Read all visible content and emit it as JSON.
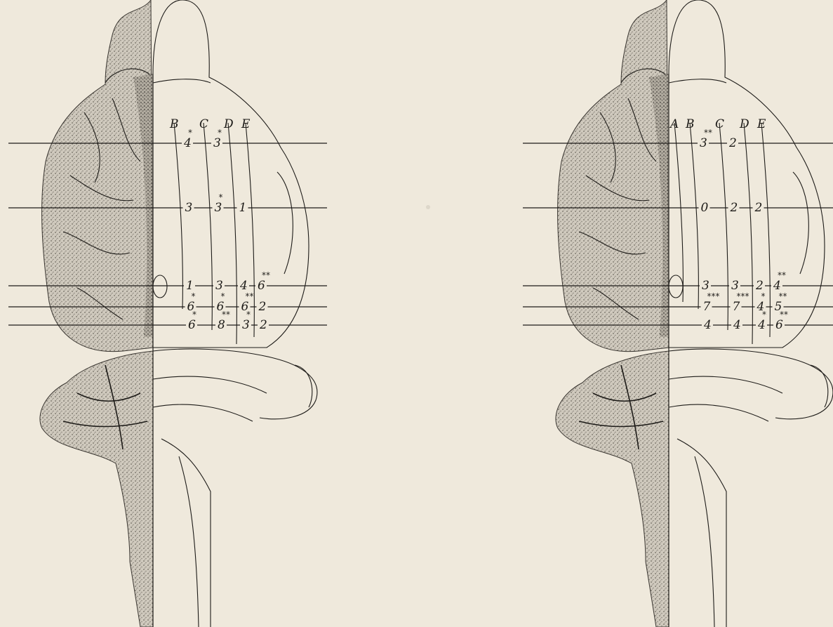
{
  "figures": [
    {
      "id": "left",
      "column_letters": [
        "B",
        "C",
        "D",
        "E"
      ],
      "rows": [
        {
          "row": 1,
          "values": [
            {
              "col": "B",
              "text": "4",
              "stars": "*"
            },
            {
              "col": "C",
              "text": "3",
              "stars": "*"
            }
          ]
        },
        {
          "row": 2,
          "values": [
            {
              "col": "B",
              "text": "3",
              "stars": ""
            },
            {
              "col": "C",
              "text": "3",
              "stars": "*"
            },
            {
              "col": "D",
              "text": "1",
              "stars": ""
            }
          ]
        },
        {
          "row": 3,
          "values": [
            {
              "col": "B",
              "text": "1",
              "stars": ""
            },
            {
              "col": "C",
              "text": "3",
              "stars": ""
            },
            {
              "col": "D",
              "text": "4",
              "stars": ""
            },
            {
              "col": "E",
              "text": "6",
              "stars": "**"
            }
          ]
        },
        {
          "row": 4,
          "values": [
            {
              "col": "B",
              "text": "6",
              "stars": "*"
            },
            {
              "col": "C",
              "text": "6",
              "stars": "*"
            },
            {
              "col": "D",
              "text": "6",
              "stars": "**"
            },
            {
              "col": "E",
              "text": "2",
              "stars": ""
            }
          ]
        },
        {
          "row": 5,
          "values": [
            {
              "col": "B",
              "text": "6",
              "stars": "*"
            },
            {
              "col": "C",
              "text": "8",
              "stars": "**"
            },
            {
              "col": "D",
              "text": "3",
              "stars": "*"
            },
            {
              "col": "E",
              "text": "2",
              "stars": ""
            }
          ]
        }
      ]
    },
    {
      "id": "right",
      "column_letters": [
        "A",
        "B",
        "C",
        "D",
        "E"
      ],
      "rows": [
        {
          "row": 1,
          "values": [
            {
              "col": "B",
              "text": "3",
              "stars": "**"
            },
            {
              "col": "C",
              "text": "2",
              "stars": ""
            }
          ]
        },
        {
          "row": 2,
          "values": [
            {
              "col": "B",
              "text": "0",
              "stars": ""
            },
            {
              "col": "C",
              "text": "2",
              "stars": ""
            },
            {
              "col": "D",
              "text": "2",
              "stars": ""
            }
          ]
        },
        {
          "row": 3,
          "values": [
            {
              "col": "B",
              "text": "3",
              "stars": ""
            },
            {
              "col": "C",
              "text": "3",
              "stars": ""
            },
            {
              "col": "D",
              "text": "2",
              "stars": ""
            },
            {
              "col": "E",
              "text": "4",
              "stars": "**"
            }
          ]
        },
        {
          "row": 4,
          "values": [
            {
              "col": "B",
              "text": "7",
              "stars": "***"
            },
            {
              "col": "C",
              "text": "7",
              "stars": "***"
            },
            {
              "col": "D",
              "text": "4",
              "stars": "*"
            },
            {
              "col": "E",
              "text": "5",
              "stars": "**"
            }
          ]
        },
        {
          "row": 5,
          "values": [
            {
              "col": "B",
              "text": "4",
              "stars": ""
            },
            {
              "col": "C",
              "text": "4",
              "stars": ""
            },
            {
              "col": "D",
              "text": "4",
              "stars": "*"
            },
            {
              "col": "E",
              "text": "6",
              "stars": "**"
            }
          ]
        }
      ]
    }
  ]
}
